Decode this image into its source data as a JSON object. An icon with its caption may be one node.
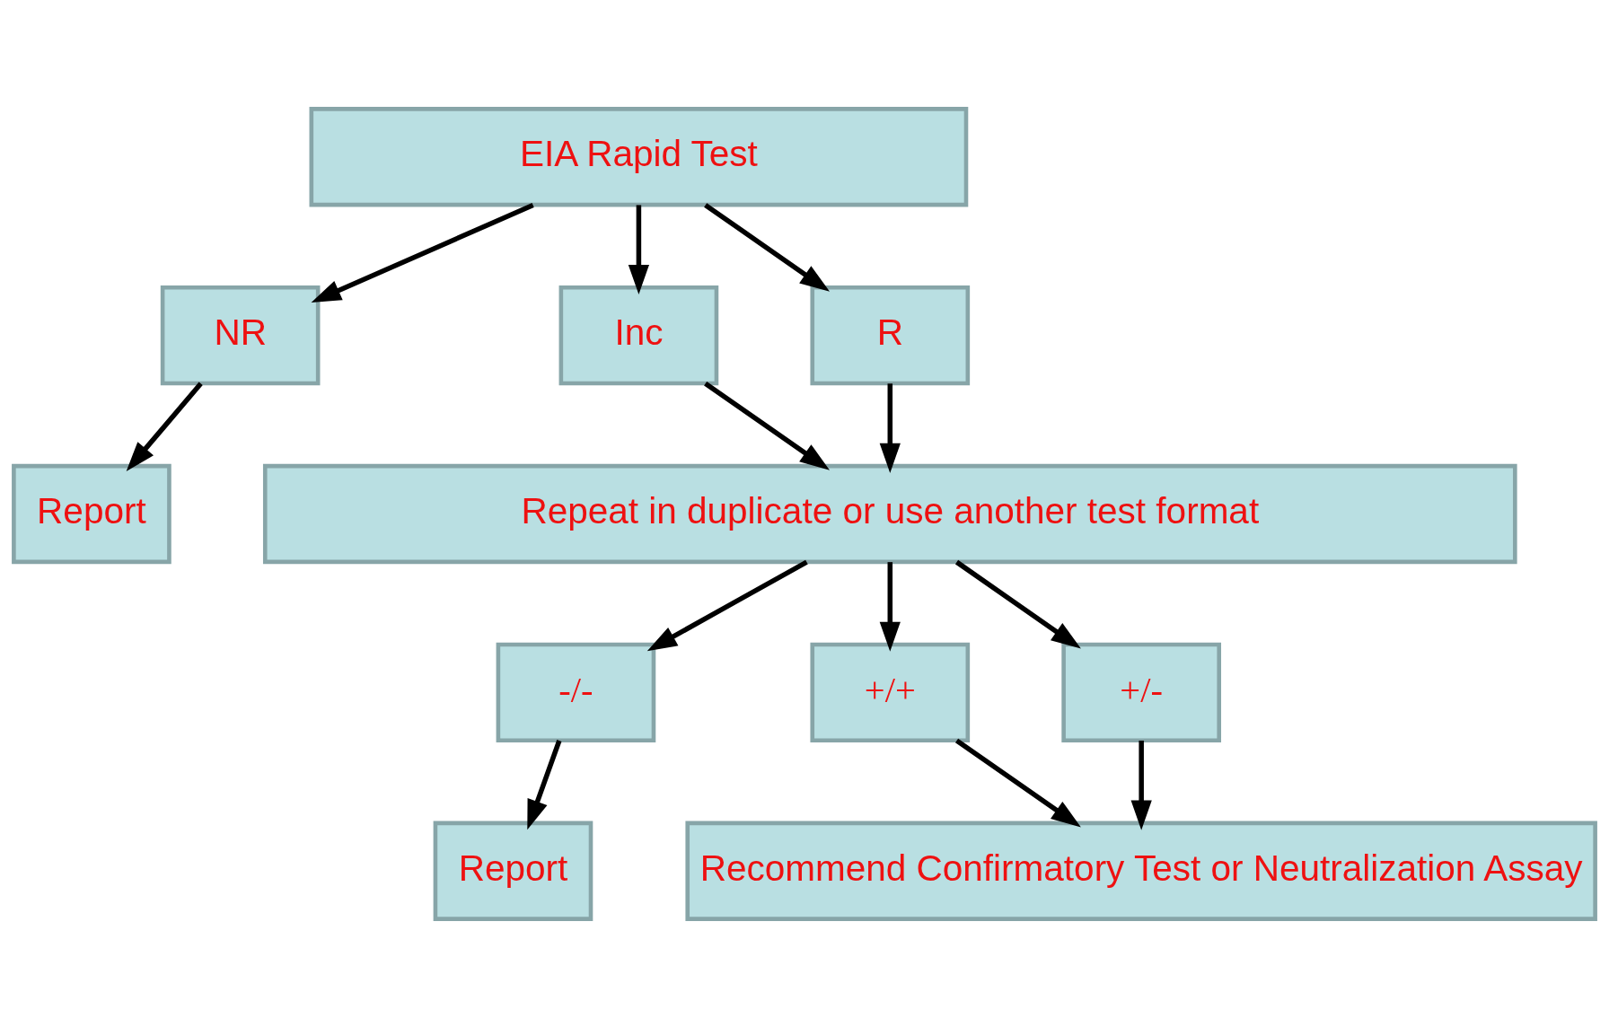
{
  "diagram": {
    "nodes": [
      {
        "text": [
          "EIA Rapid Test"
        ]
      },
      {
        "text": [
          "NR"
        ]
      },
      {
        "text": [
          "Inc"
        ]
      },
      {
        "text": [
          "R"
        ]
      },
      {
        "text": [
          "Report"
        ]
      },
      {
        "text": [
          "Repeat in duplicate or use another test format"
        ]
      },
      {
        "text": [
          "-/-"
        ]
      },
      {
        "text": [
          "+/+"
        ]
      },
      {
        "text": [
          "+/-"
        ]
      },
      {
        "text": [
          "Report"
        ]
      },
      {
        "text": [
          "Recommend Confirmatory Test or Neutralization Assay"
        ]
      }
    ],
    "edges": [
      {
        "from": 0,
        "to": 1,
        "arrow": "to"
      },
      {
        "from": 0,
        "to": 2,
        "arrow": "to"
      },
      {
        "from": 0,
        "to": 3,
        "arrow": "to"
      },
      {
        "from": 1,
        "to": 4,
        "arrow": "to"
      },
      {
        "from": 2,
        "to": 5,
        "arrow": "to"
      },
      {
        "from": 3,
        "to": 5,
        "arrow": "to"
      },
      {
        "from": 5,
        "to": 6,
        "arrow": "to"
      },
      {
        "from": 5,
        "to": 7,
        "arrow": "to"
      },
      {
        "from": 5,
        "to": 8,
        "arrow": "to"
      },
      {
        "from": 6,
        "to": 9,
        "arrow": "to"
      },
      {
        "from": 7,
        "to": 10,
        "arrow": "to"
      },
      {
        "from": 8,
        "to": 10,
        "arrow": "to"
      }
    ]
  }
}
